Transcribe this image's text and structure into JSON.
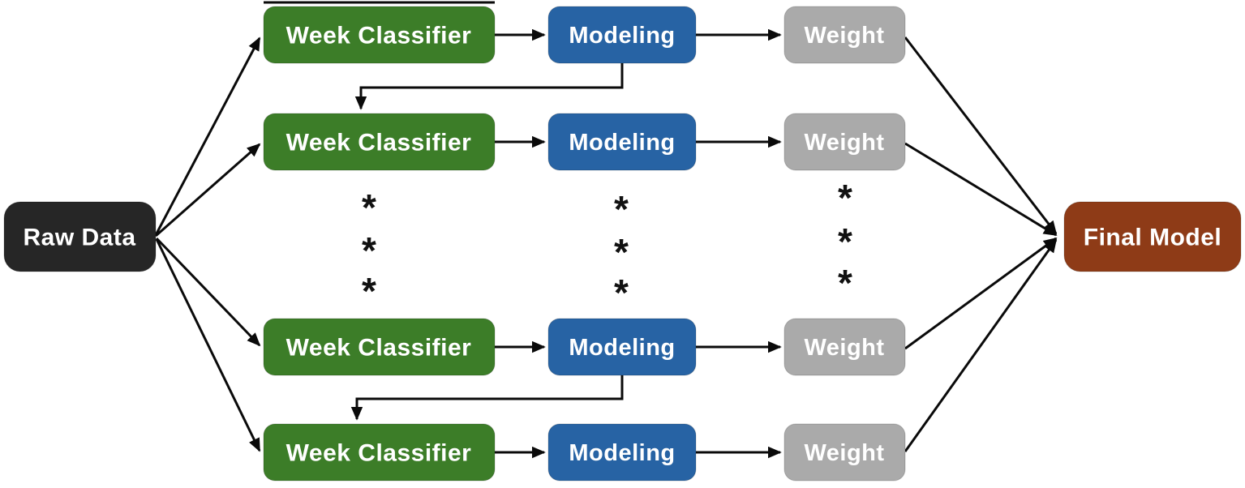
{
  "diagram": {
    "source_node": {
      "label": "Raw Data",
      "color": "#262626",
      "text_color": "#ffffff"
    },
    "sink_node": {
      "label": "Final Model",
      "color": "#8E3B17",
      "text_color": "#ffffff"
    },
    "pipeline_rows": [
      {
        "classifier_label": "Week Classifier",
        "modeling_label": "Modeling",
        "weight_label": "Weight"
      },
      {
        "classifier_label": "Week Classifier",
        "modeling_label": "Modeling",
        "weight_label": "Weight"
      },
      {
        "classifier_label": "Week Classifier",
        "modeling_label": "Modeling",
        "weight_label": "Weight"
      },
      {
        "classifier_label": "Week Classifier",
        "modeling_label": "Modeling",
        "weight_label": "Weight"
      }
    ],
    "ellipsis": {
      "symbol": "*",
      "columns": 3,
      "per_column": 3
    },
    "palette": {
      "classifier_green": "#3C7D28",
      "modeling_blue": "#2763A4",
      "weight_gray": "#AAAAAA",
      "raw_data_black": "#262626",
      "final_model_brown": "#8E3B17",
      "arrow_black": "#0A0A0A"
    }
  }
}
